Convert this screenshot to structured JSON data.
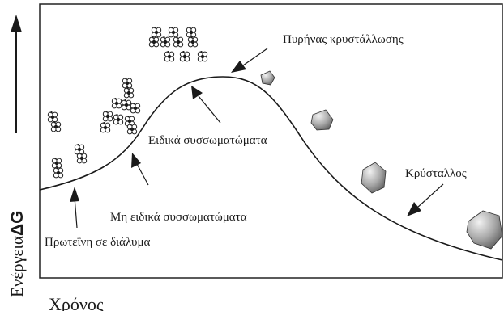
{
  "axes": {
    "y_label": "Ενέργεια",
    "y_symbol": "ΔG",
    "x_label": "Χρόνος"
  },
  "labels": {
    "nucleus": "Πυρήνας κρυστάλλωσης",
    "specific_aggregates": "Ειδικά συσσωματώματα",
    "crystal": "Κρύσταλλος",
    "nonspecific_aggregates": "Μη ειδικά συσσωματώματα",
    "protein_solution": "Πρωτεΐνη σε διάλυμα"
  },
  "icons": {
    "molecule": "protein-molecule-icon",
    "crystal": "crystal-icon",
    "arrow": "arrow-icon"
  },
  "colors": {
    "line": "#1a1a1a",
    "frame": "#222222",
    "crystal_fill": "#8f8f8f"
  }
}
